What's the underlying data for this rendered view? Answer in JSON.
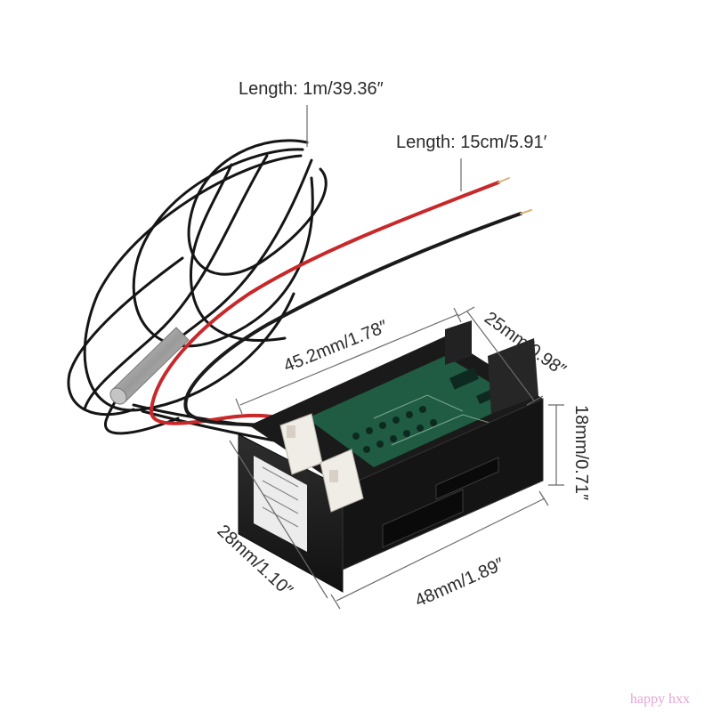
{
  "product": {
    "name": "digital thermometer panel with probe",
    "colors": {
      "housing": "#1c1c1c",
      "pcb": "#1f5c43",
      "cable": "#151515",
      "wire_red": "#c8282a",
      "wire_black": "#1a1a1a",
      "probe": "#b0b0b0",
      "connector": "#f0ece6"
    }
  },
  "annotations": {
    "probe_cable_length": "Length: 1m/39.36″",
    "lead_length": "Length: 15cm/5.91′",
    "top_width": "45.2mm/1.78″",
    "top_depth": "25mm/0.98″",
    "side_height": "18mm/0.71″",
    "front_height": "28mm/1.10″",
    "front_width": "48mm/1.89″"
  },
  "watermark": "happy hxx"
}
